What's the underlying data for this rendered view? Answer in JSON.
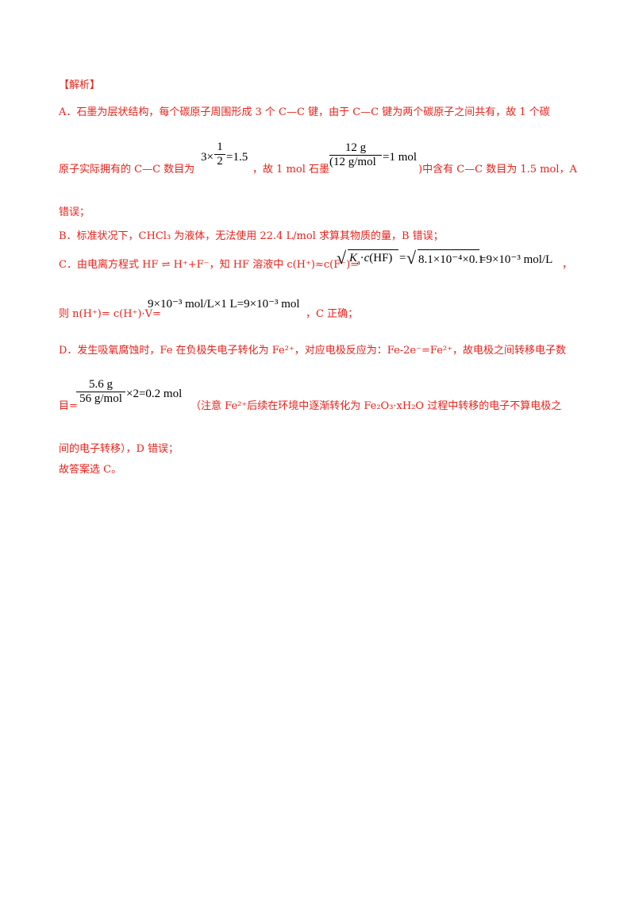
{
  "heading": "【解析】",
  "a": {
    "line1": "A．石墨为层状结构，每个碳原子周围形成 3 个 C—C 键，由于 C—C 键为两个碳原子之间共有，故 1 个碳",
    "line2_pre": "原子实际拥有的 C—C 数目为",
    "f1_whole": "3×",
    "f1_num": "1",
    "f1_den": "2",
    "f1_result": "=1.5",
    "mid": "，故 1 mol 石墨",
    "f2_num": "12 g",
    "f2_den": "(12 g/mol",
    "f2_result": "=1 mol",
    "line2_post": ")中含有 C—C 数目为 1.5 mol，A",
    "line3": "错误；"
  },
  "b": {
    "line1": "B．标准状况下，CHCl₃ 为液体，无法使用 22.4 L/mol 求算其物质的量，B 错误；"
  },
  "c": {
    "pre": "C．由电离方程式 HF ⇌ H⁺+F⁻，知 HF 溶液中 c(H⁺)≈c(F⁻)=",
    "sqrt1": "K<sub>a</sub>·c(HF)",
    "eq2": "=",
    "sqrt2": "8.1×10⁻⁴×0.1",
    "result": "=9×10⁻³ mol/L",
    "comma": "，",
    "line2_pre": "则 n(H⁺)= c(H⁺)·V=",
    "line2_expr": "9×10⁻³ mol/L×1 L=9×10⁻³ mol",
    "line2_post": "，C 正确；"
  },
  "d": {
    "line1": "D．发生吸氧腐蚀时，Fe 在负极失电子转化为 Fe²⁺，对应电极反应为：Fe-2e⁻=Fe²⁺，故电极之间转移电子数",
    "line2_pre": "目=",
    "f_num": "5.6 g",
    "f_den": "56 g/mol",
    "f_result": "×2=0.2 mol",
    "line2_post": "（注意 Fe²⁺后续在环境中逐渐转化为 Fe₂O₃·xH₂O 过程中转移的电子不算电极之",
    "line3": "间的电子转移），D 错误；"
  },
  "answer": "故答案选 C。"
}
